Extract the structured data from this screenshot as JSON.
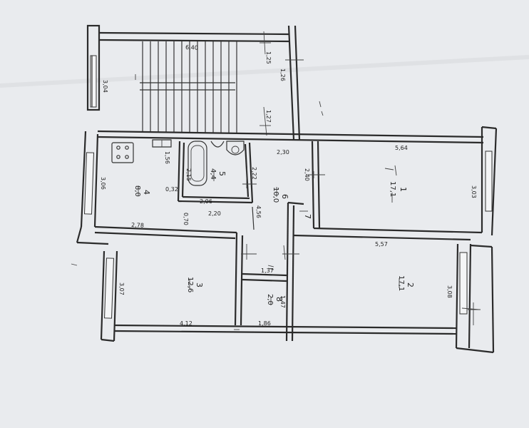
{
  "rooms": [
    {
      "id": "1",
      "area": "17,1"
    },
    {
      "id": "2",
      "area": "17,1"
    },
    {
      "id": "3",
      "area": "12,6"
    },
    {
      "id": "4",
      "area": "8,0"
    },
    {
      "id": "5",
      "area": "4,4"
    },
    {
      "id": "6",
      "area": "10,0"
    },
    {
      "id": "7",
      "area": ""
    },
    {
      "id": "8",
      "area": "2,0"
    }
  ],
  "dimensions": {
    "stair_width": "6,40",
    "stair_height": "3,04",
    "d_125": "1,25",
    "d_126": "1,26",
    "d_127": "1,27",
    "d_230": "2,30",
    "r1_width": "5,64",
    "r1_height": "3,03",
    "d_240": "2,40",
    "r2_width": "5,57",
    "r2_height": "3,08",
    "r3_height": "3,07",
    "r3_width": "4,12",
    "d_186": "1,86",
    "d_137": "1,37",
    "d_147": "1,47",
    "r4_height": "3,06",
    "r4_width": "2,78",
    "d_156": "1,56",
    "d_215": "2,15",
    "d_032": "0,32",
    "d_206": "2,06",
    "d_222": "2,22",
    "d_220": "2,20",
    "d_070": "0,70",
    "d_456": "4,56"
  }
}
